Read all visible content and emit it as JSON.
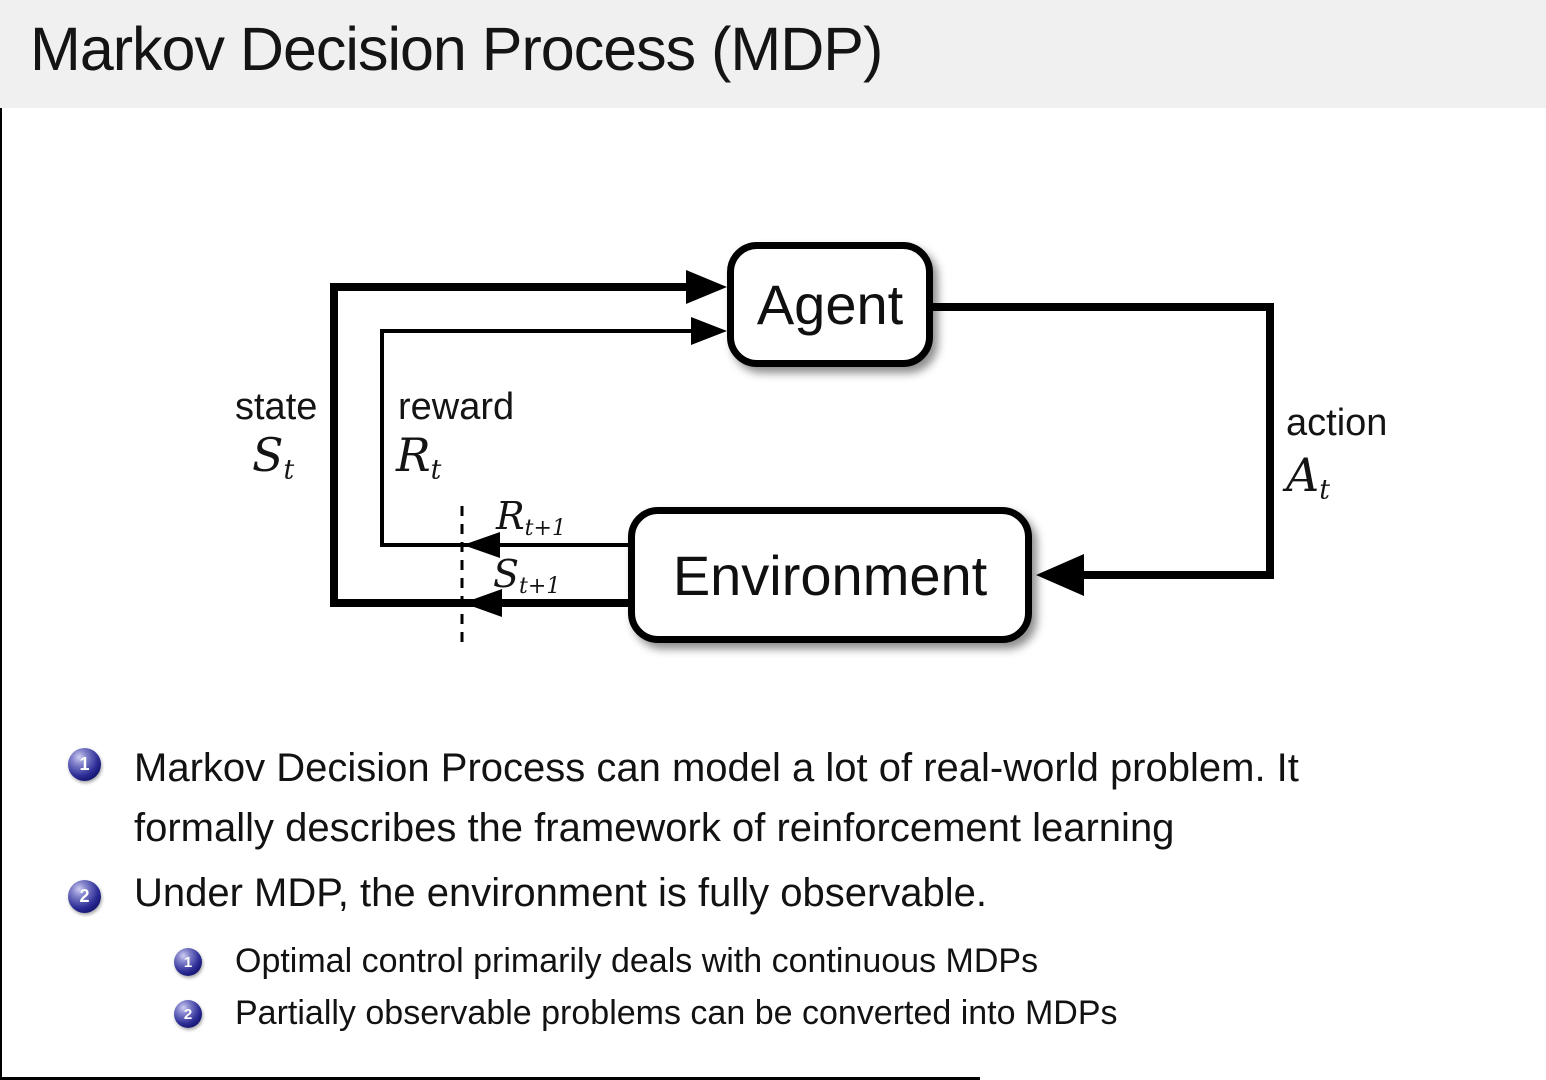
{
  "slide": {
    "title": "Markov Decision Process (MDP)"
  },
  "diagram": {
    "agent_label": "Agent",
    "environment_label": "Environment",
    "state_label": "state",
    "reward_label": "reward",
    "action_label": "action",
    "state_symbol": {
      "base": "S",
      "sub": "t"
    },
    "reward_symbol": {
      "base": "R",
      "sub": "t"
    },
    "action_symbol": {
      "base": "A",
      "sub": "t"
    },
    "next_reward_symbol": {
      "base": "R",
      "sub": "t+1"
    },
    "next_state_symbol": {
      "base": "S",
      "sub": "t+1"
    }
  },
  "bullets": {
    "item1": {
      "number": "1",
      "line1": "Markov Decision Process can model a lot of real-world problem. It",
      "line2": "formally describes the framework of reinforcement learning"
    },
    "item2": {
      "number": "2",
      "line1": "Under MDP, the environment is fully observable.",
      "sub1": {
        "number": "1",
        "text": "Optimal control primarily deals with continuous MDPs"
      },
      "sub2": {
        "number": "2",
        "text": "Partially observable problems can be converted into MDPs"
      }
    }
  },
  "colors": {
    "titlebar_bg": "#f0f0f1",
    "body_bg": "#ffffff",
    "text": "#121212",
    "diagram_line": "#000000",
    "bullet_ball": "#1b1b80"
  }
}
